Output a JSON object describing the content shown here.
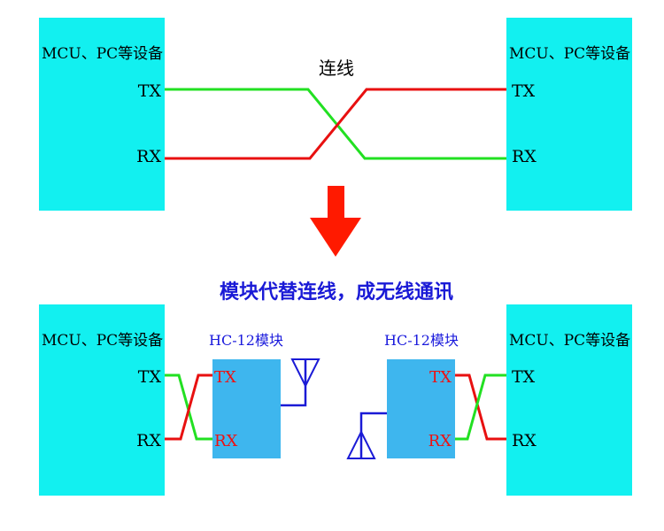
{
  "top": {
    "left_device": {
      "label": "MCU、PC等设备",
      "tx": "TX",
      "rx": "RX"
    },
    "right_device": {
      "label": "MCU、PC等设备",
      "tx": "TX",
      "rx": "RX"
    },
    "connection_label": "连线"
  },
  "caption": "模块代替连线，成无线通讯",
  "bottom": {
    "left_device": {
      "label": "MCU、PC等设备",
      "tx": "TX",
      "rx": "RX"
    },
    "right_device": {
      "label": "MCU、PC等设备",
      "tx": "TX",
      "rx": "RX"
    },
    "left_module": {
      "label": "HC-12模块",
      "tx": "TX",
      "rx": "RX"
    },
    "right_module": {
      "label": "HC-12模块",
      "tx": "TX",
      "rx": "RX"
    }
  },
  "colors": {
    "device_fill": "#12f0f0",
    "module_fill": "#3eb6ee",
    "wire_green": "#22e022",
    "wire_red": "#e81010",
    "arrow_red": "#ff1a00",
    "antenna_blue": "#1a1ad6",
    "caption_blue": "#1a1ad6"
  },
  "icons": {
    "down_arrow": "down-arrow-icon",
    "antenna": "antenna-icon"
  }
}
